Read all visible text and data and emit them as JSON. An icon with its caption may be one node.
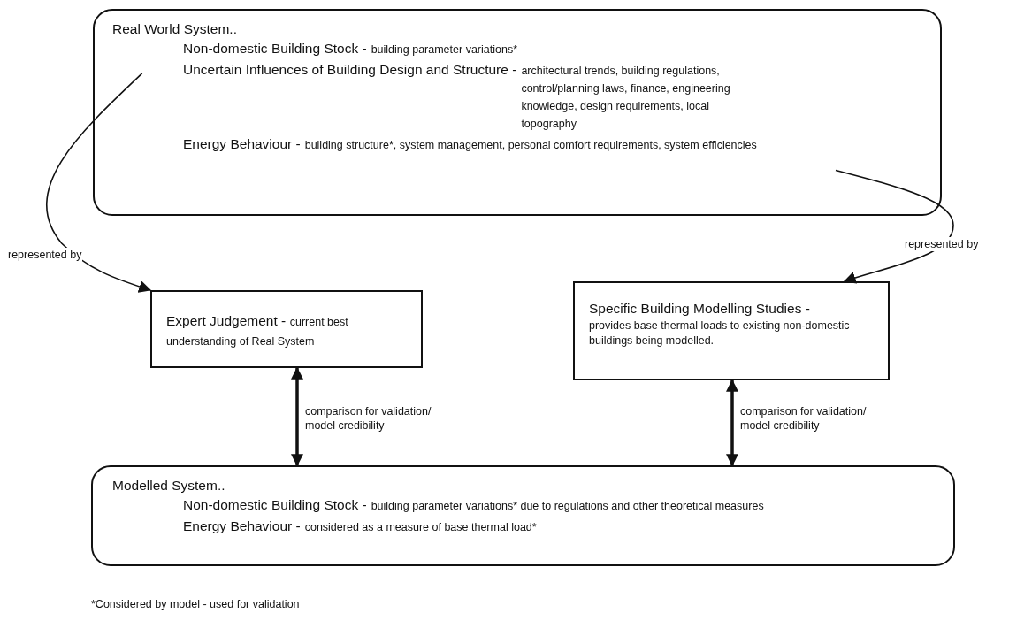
{
  "diagram": {
    "nodes": [
      {
        "text": [
          "Real World System..",
          "Non-domestic Building Stock -",
          "building parameter variations*",
          "Uncertain Influences of Building Design and Structure -",
          "architectural trends, building regulations, control/planning laws, finance, engineering knowledge, design requirements, local topography",
          "Energy Behaviour -",
          "building structure*, system management, personal comfort requirements, system efficiencies"
        ]
      },
      {
        "text": [
          "Expert Judgement -",
          "current best understanding of Real System"
        ]
      },
      {
        "text": [
          "Specific Building Modelling Studies -",
          "provides base thermal loads to existing non-domestic buildings being modelled."
        ]
      },
      {
        "text": [
          "Modelled System..",
          "Non-domestic Building Stock -",
          "building parameter variations* due to regulations and other theoretical measures",
          "Energy Behaviour -",
          "considered as a measure of base thermal load*"
        ]
      }
    ],
    "edges": [
      {
        "from": 0,
        "to": 1,
        "arrow": "to",
        "label": "represented by"
      },
      {
        "from": 0,
        "to": 2,
        "arrow": "to",
        "label": "represented by"
      },
      {
        "from": 1,
        "to": 3,
        "arrow": "both",
        "style": "thick",
        "label": "comparison for validation/ model credibility"
      },
      {
        "from": 2,
        "to": 3,
        "arrow": "both",
        "style": "thick",
        "label": "comparison for validation/ model credibility"
      }
    ],
    "labels": [
      "*Considered by model - used for validation"
    ]
  }
}
